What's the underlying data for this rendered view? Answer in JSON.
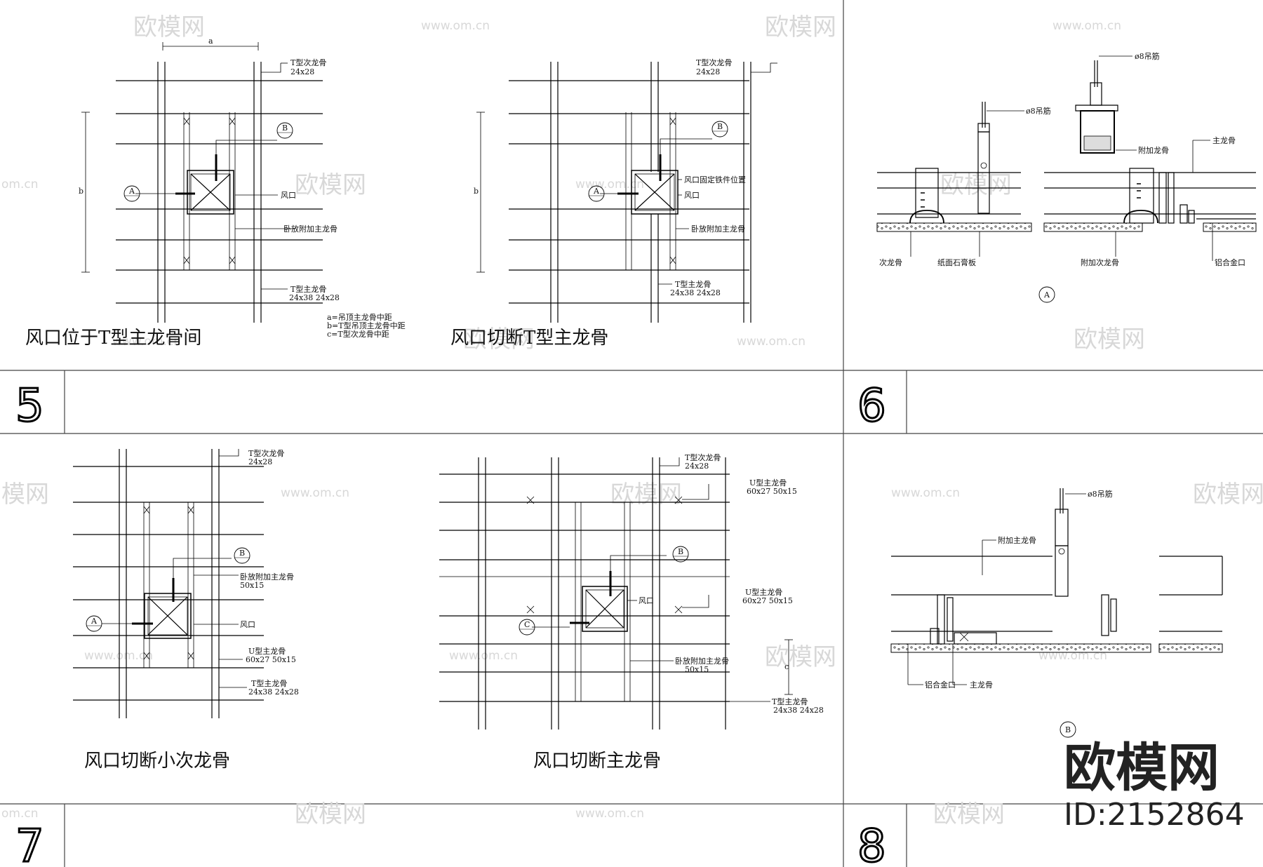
{
  "watermark": {
    "brand_cn": "欧模网",
    "url": "www.om.cn",
    "fragment_url": "om.cn",
    "fragment_brand": "模网",
    "id": "ID:2152864"
  },
  "panels": {
    "p5": {
      "number": "5",
      "left": {
        "caption": "风口位于T型主龙骨间",
        "dim_a": "a",
        "dim_b": "b",
        "callout_top": [
          "T型次龙骨",
          "24x28"
        ],
        "fengkou": "风口",
        "wofang": "卧放附加主龙骨",
        "callout_bottom": [
          "T型主龙骨",
          "24x38  24x28"
        ],
        "note": [
          "a=吊顶主龙骨中距",
          "b=T型吊顶主龙骨中距",
          "c=T型次龙骨中距"
        ],
        "tag_a": "A",
        "tag_b": "B"
      },
      "right": {
        "caption": "风口切断T型主龙骨",
        "dim_b": "b",
        "callout_top": [
          "T型次龙骨",
          "24x28"
        ],
        "fixing": "风口固定铁件位置",
        "fengkou": "风口",
        "wofang": "卧放附加主龙骨",
        "callout_bottom": [
          "T型主龙骨",
          "24x38  24x28"
        ],
        "tag_a": "A",
        "tag_b": "B"
      }
    },
    "p6": {
      "number": "6",
      "hanger_left": "ø8吊筋",
      "hanger_right": "ø8吊筋",
      "fujia_longgu": "附加龙骨",
      "zhu_longgu": "主龙骨",
      "ci_longgu": "次龙骨",
      "shigao": "纸面石膏板",
      "fujia_ci": "附加次龙骨",
      "lvhejin": "铝合金口",
      "section_tag": "A"
    },
    "p7": {
      "number": "7",
      "left": {
        "caption": "风口切断小次龙骨",
        "callout_top": [
          "T型次龙骨",
          "24x28"
        ],
        "wofang": [
          "卧放附加主龙骨",
          "50x15"
        ],
        "fengkou": "风口",
        "u_main": [
          "U型主龙骨",
          "60x27  50x15"
        ],
        "t_main": [
          "T型主龙骨",
          "24x38  24x28"
        ],
        "tag_a": "A",
        "tag_b": "B"
      },
      "right": {
        "caption": "风口切断主龙骨",
        "callout_top": [
          "T型次龙骨",
          "24x28"
        ],
        "u_main_top": [
          "U型主龙骨",
          "60x27  50x15"
        ],
        "fengkou": "风口",
        "u_main_mid": [
          "U型主龙骨",
          "60x27  50x15"
        ],
        "wofang": [
          "卧放附加主龙骨",
          "50x15"
        ],
        "t_main": [
          "T型主龙骨",
          "24x38  24x28"
        ],
        "tag_c": "C",
        "tag_b": "B",
        "dim_c": "c"
      }
    },
    "p8": {
      "number": "8",
      "hanger": "ø8吊筋",
      "fujia_zhu": "附加主龙骨",
      "lvhejin": "铝合金口",
      "zhu_longgu": "主龙骨",
      "section_tag": "B"
    }
  }
}
